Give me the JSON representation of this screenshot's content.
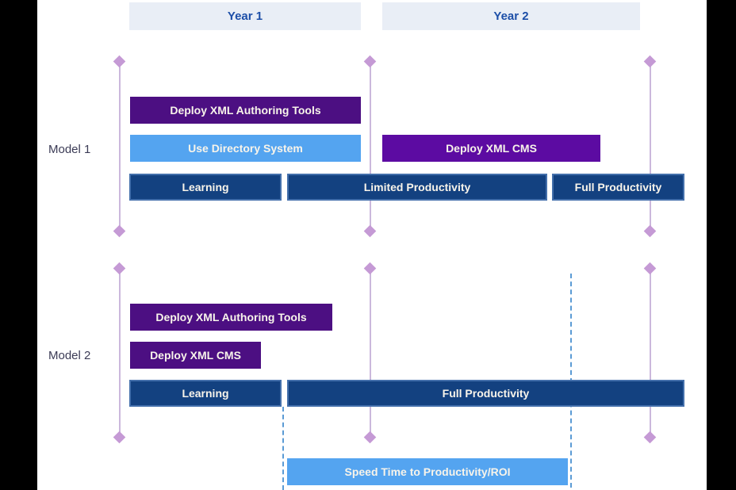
{
  "colors": {
    "letterbox": "#000000",
    "header_bg": "#e9eef6",
    "header_text": "#1d4fa8",
    "label_text": "#3b3b55",
    "bar_text": "#f8f4ea",
    "purple_dark": "#4c0f82",
    "purple_bright": "#5c0ba2",
    "navy": "#134180",
    "light_blue": "#54a4f0",
    "timeline": "#cbb8dc",
    "diamond": "#c59ad5",
    "dashed": "#5b9bd5"
  },
  "header": {
    "year1": "Year 1",
    "year2": "Year 2"
  },
  "model1": {
    "label": "Model 1",
    "bars": [
      {
        "label": "Deploy XML Authoring Tools",
        "color": "#4c0f82"
      },
      {
        "label": "Use Directory System",
        "color": "#54a4f0"
      },
      {
        "label": "Deploy XML CMS",
        "color": "#5c0ba2"
      },
      {
        "label": "Learning",
        "color": "#134180"
      },
      {
        "label": "Limited Productivity",
        "color": "#134180"
      },
      {
        "label": "Full Productivity",
        "color": "#134180"
      }
    ]
  },
  "model2": {
    "label": "Model 2",
    "bars": [
      {
        "label": "Deploy XML Authoring Tools",
        "color": "#4c0f82"
      },
      {
        "label": "Deploy XML CMS",
        "color": "#4c0f82"
      },
      {
        "label": "Learning",
        "color": "#134180"
      },
      {
        "label": "Full Productivity",
        "color": "#134180"
      }
    ],
    "speed_bar": {
      "label": "Speed Time to Productivity/ROI",
      "color": "#54a4f0"
    }
  }
}
